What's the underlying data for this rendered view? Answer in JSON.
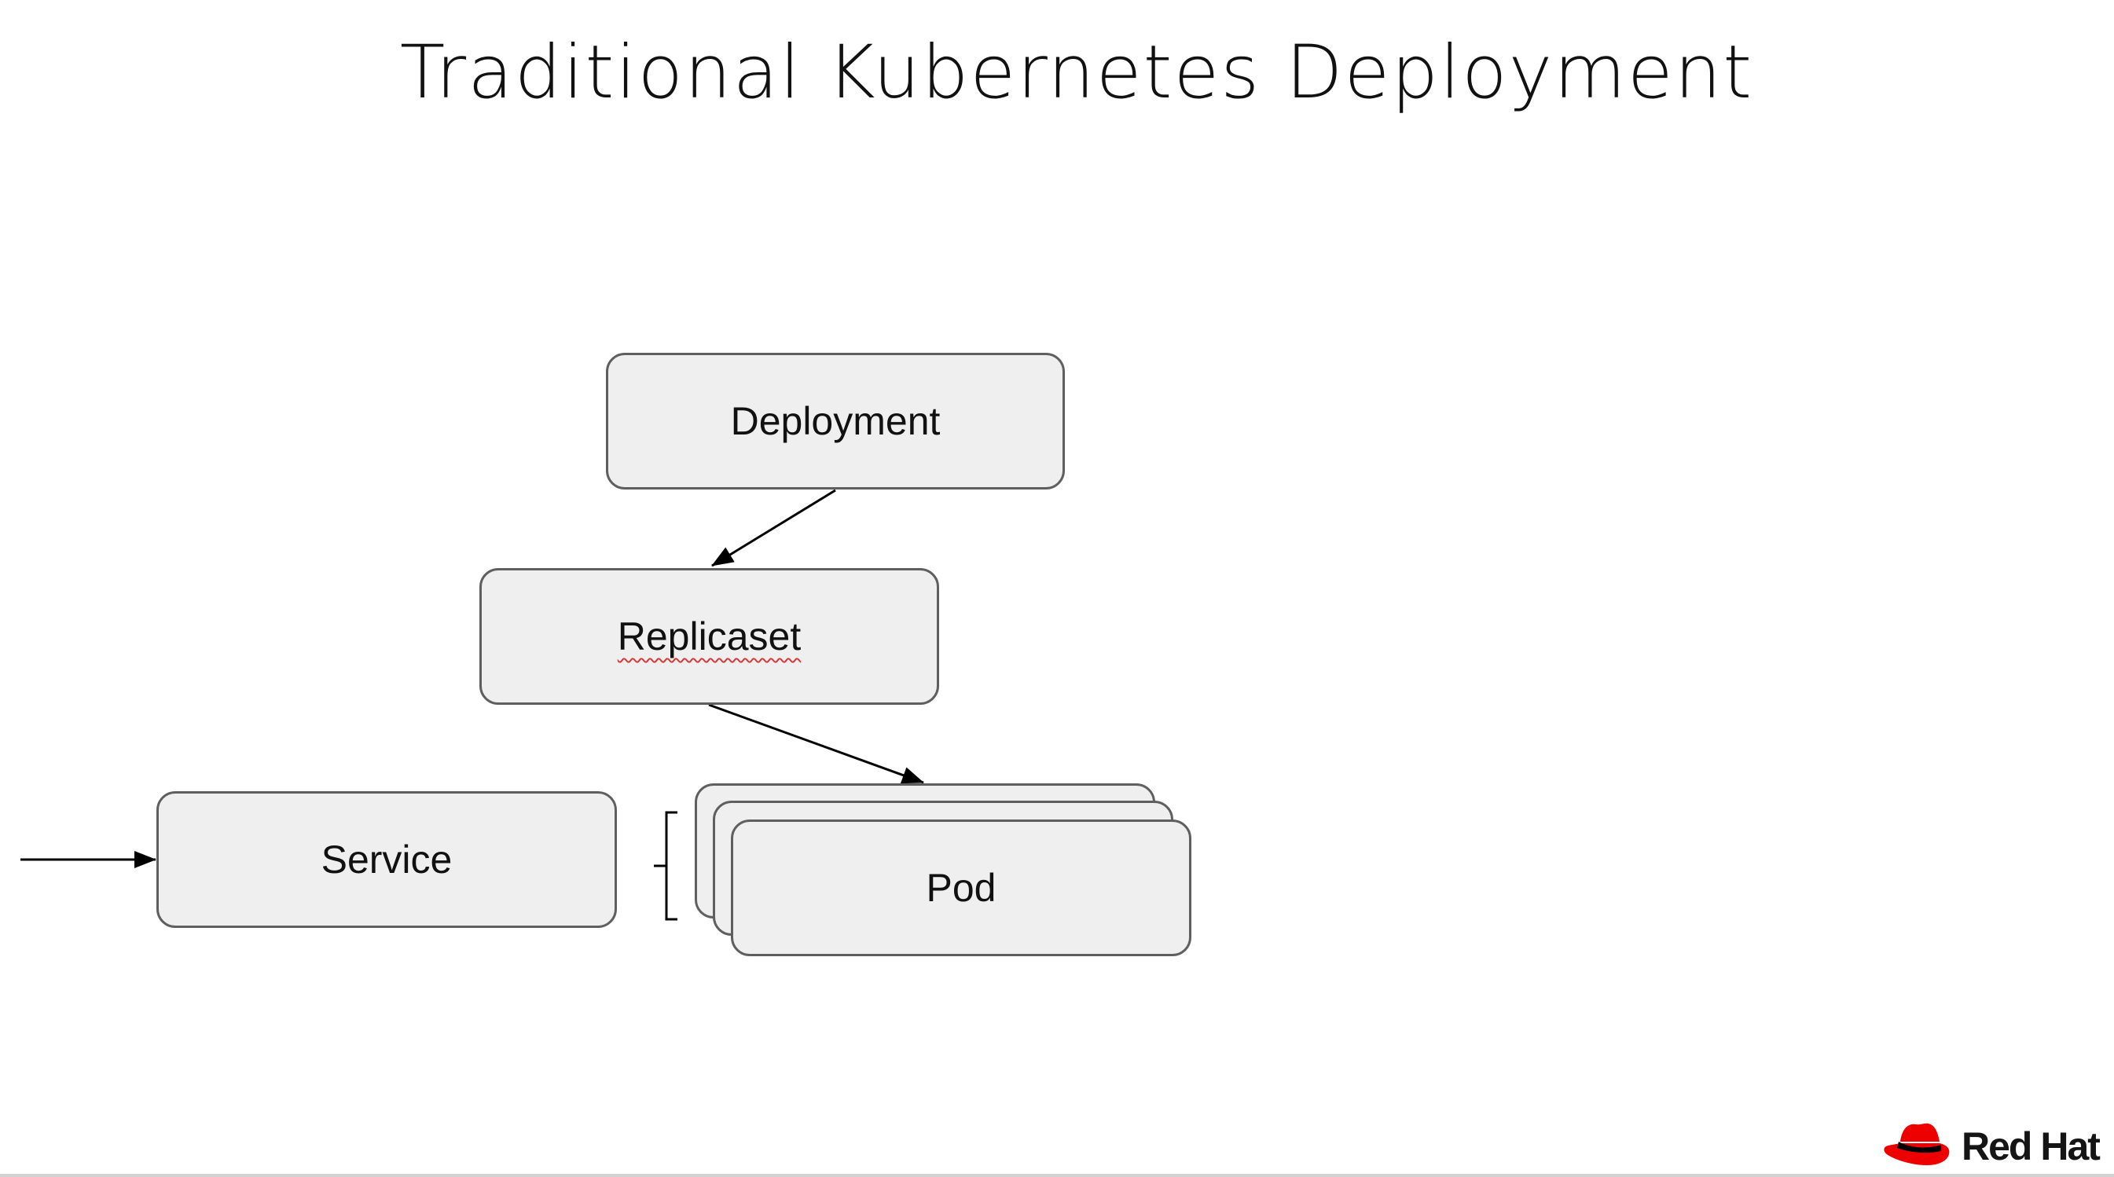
{
  "slide": {
    "title": "Traditional Kubernetes Deployment"
  },
  "diagram": {
    "nodes": {
      "deployment": "Deployment",
      "replicaset": "Replicaset",
      "service": "Service",
      "pod": "Pod"
    },
    "edges": [
      {
        "from": "deployment",
        "to": "replicaset"
      },
      {
        "from": "replicaset",
        "to": "pod"
      },
      {
        "from": "external",
        "to": "service"
      }
    ],
    "pod_stack_count": 3
  },
  "logo": {
    "name": "red-hat-logo",
    "text": "Red Hat",
    "hat_color": "#ee0000",
    "band_color": "#000000"
  }
}
